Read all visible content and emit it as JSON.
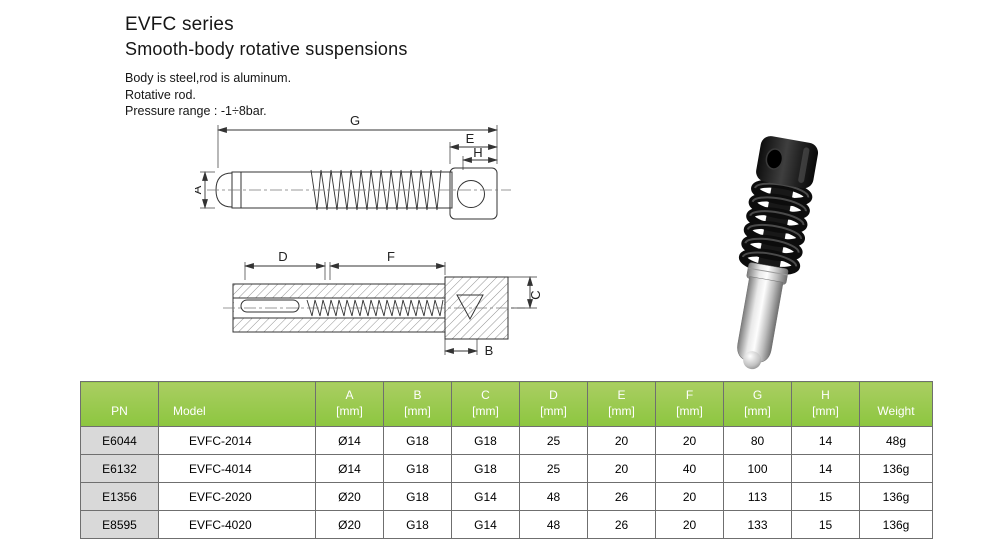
{
  "page": {
    "title": "EVFC series",
    "subtitle": "Smooth-body rotative suspensions",
    "description_lines": [
      "Body is steel,rod is aluminum.",
      "Rotative rod.",
      "Pressure range : -1÷8bar."
    ]
  },
  "colors": {
    "table_header_green": "#8cc63f",
    "table_header_green_light": "#aace62",
    "pn_cell_gray": "#d9d9d9",
    "table_border": "#6f6f6f"
  },
  "drawings": {
    "top_view_labels": {
      "g": "G",
      "e": "E",
      "h": "H",
      "a": "A"
    },
    "section_view_labels": {
      "d": "D",
      "f": "F",
      "c": "C",
      "b": "B"
    }
  },
  "table": {
    "headers": [
      {
        "label": "PN",
        "unit": ""
      },
      {
        "label": "Model",
        "unit": ""
      },
      {
        "label": "A",
        "unit": "[mm]"
      },
      {
        "label": "B",
        "unit": "[mm]"
      },
      {
        "label": "C",
        "unit": "[mm]"
      },
      {
        "label": "D",
        "unit": "[mm]"
      },
      {
        "label": "E",
        "unit": "[mm]"
      },
      {
        "label": "F",
        "unit": "[mm]"
      },
      {
        "label": "G",
        "unit": "[mm]"
      },
      {
        "label": "H",
        "unit": "[mm]"
      },
      {
        "label": "Weight",
        "unit": ""
      }
    ],
    "rows": [
      {
        "pn": "E6044",
        "model": "EVFC-2014",
        "a": "Ø14",
        "b": "G18",
        "c": "G18",
        "d": "25",
        "e": "20",
        "f": "20",
        "g": "80",
        "h": "14",
        "weight": "48g"
      },
      {
        "pn": "E6132",
        "model": "EVFC-4014",
        "a": "Ø14",
        "b": "G18",
        "c": "G18",
        "d": "25",
        "e": "20",
        "f": "40",
        "g": "100",
        "h": "14",
        "weight": "136g"
      },
      {
        "pn": "E1356",
        "model": "EVFC-2020",
        "a": "Ø20",
        "b": "G18",
        "c": "G14",
        "d": "48",
        "e": "26",
        "f": "20",
        "g": "113",
        "h": "15",
        "weight": "136g"
      },
      {
        "pn": "E8595",
        "model": "EVFC-4020",
        "a": "Ø20",
        "b": "G18",
        "c": "G14",
        "d": "48",
        "e": "26",
        "f": "20",
        "g": "133",
        "h": "15",
        "weight": "136g"
      }
    ]
  }
}
